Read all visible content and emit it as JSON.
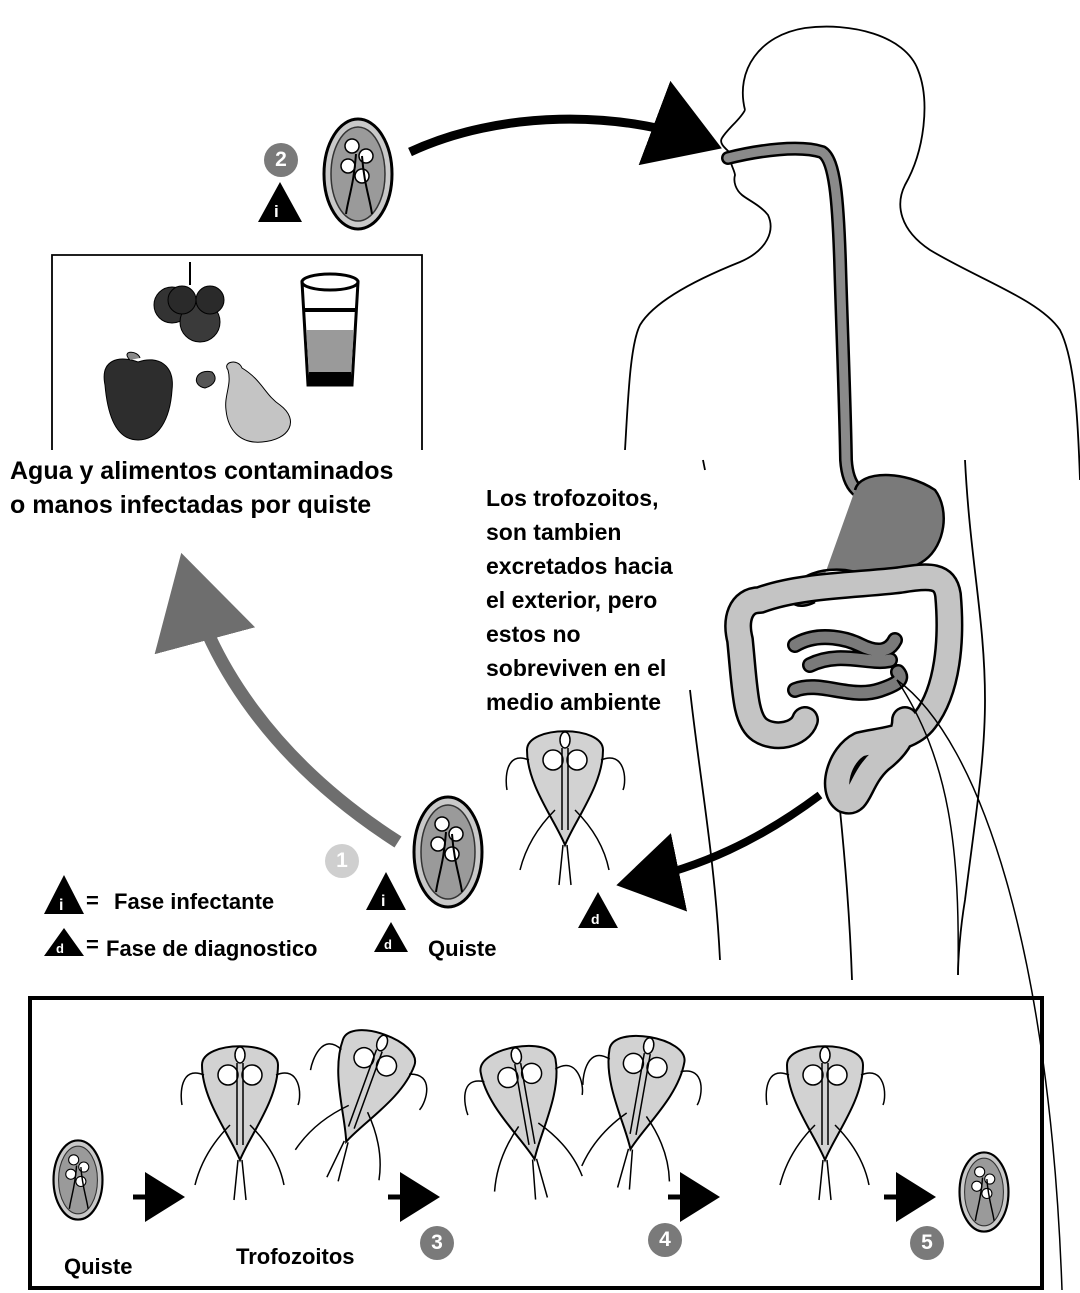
{
  "source_caption": {
    "line1": "Agua y alimentos contaminados",
    "line2": "o manos infectadas por quiste"
  },
  "trophozoite_note": {
    "lines": [
      "Los trofozoitos,",
      "son tambien",
      "excretados hacia",
      "el exterior, pero",
      "estos no",
      "sobreviven en el",
      "medio ambiente"
    ]
  },
  "legend": {
    "infective": {
      "symbol": "i",
      "eq": "=",
      "label": "Fase infectante"
    },
    "diagnostic": {
      "symbol": "d",
      "eq": "=",
      "label": "Fase de diagnostico"
    }
  },
  "cycle_labels": {
    "cyst": "Quiste"
  },
  "stage_badges": {
    "s1": "1",
    "s2": "2",
    "s3": "3",
    "s4": "4",
    "s5": "5"
  },
  "box_labels": {
    "cyst": "Quiste",
    "trophozoites": "Trofozoitos"
  },
  "colors": {
    "ink": "#000000",
    "dark_gray": "#6e6e6e",
    "mid_gray": "#8a8a8a",
    "light_gray": "#c4c4c4",
    "badge_gray": "#7a7a7a",
    "badge_light": "#cfcfcf"
  },
  "icons": [
    "berries-icon",
    "apple-icon",
    "pear-icon",
    "water-glass-icon",
    "cyst-icon",
    "trophozoite-icon",
    "human-silhouette-icon",
    "digestive-tract-icon"
  ]
}
